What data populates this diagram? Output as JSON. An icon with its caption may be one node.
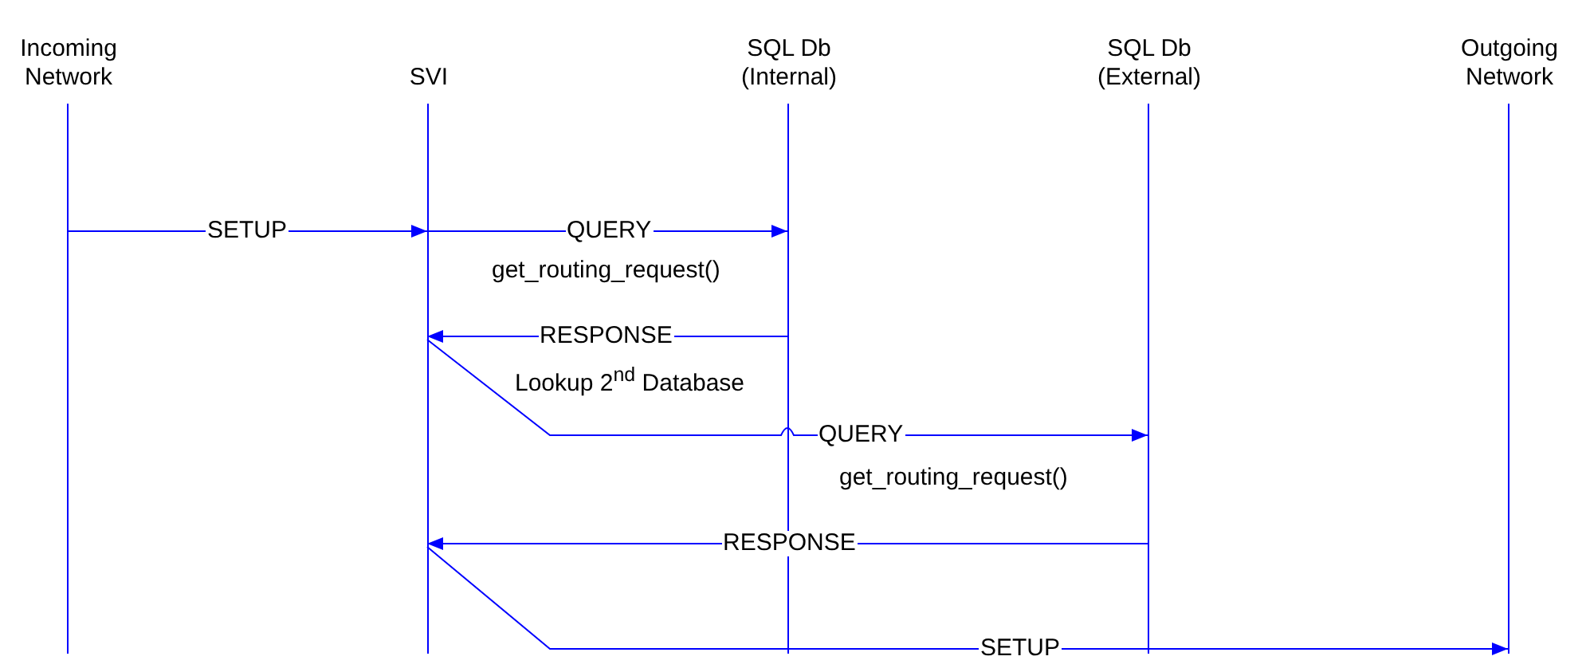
{
  "diagram": {
    "nodes": [
      {
        "text": [
          "Incoming Network"
        ]
      },
      {
        "text": [
          "SVI"
        ]
      },
      {
        "text": [
          "SQL Db (Internal)"
        ]
      },
      {
        "text": [
          "SQL Db (External)"
        ]
      },
      {
        "text": [
          "Outgoing Network"
        ]
      }
    ],
    "edges": [
      {
        "from": 0,
        "to": 1,
        "arrow": "to",
        "label": "SETUP"
      },
      {
        "from": 1,
        "to": 2,
        "arrow": "to",
        "label": "QUERY"
      },
      {
        "from": 2,
        "to": 1,
        "arrow": "to",
        "label": "RESPONSE"
      },
      {
        "from": 1,
        "to": 3,
        "arrow": "to",
        "label": "QUERY"
      },
      {
        "from": 3,
        "to": 1,
        "arrow": "to",
        "label": "RESPONSE"
      },
      {
        "from": 1,
        "to": 4,
        "arrow": "to",
        "label": "SETUP"
      }
    ],
    "labels": [
      "get_routing_request()",
      "Lookup 2$^{nd}$ Database",
      "get_routing_request()"
    ]
  }
}
